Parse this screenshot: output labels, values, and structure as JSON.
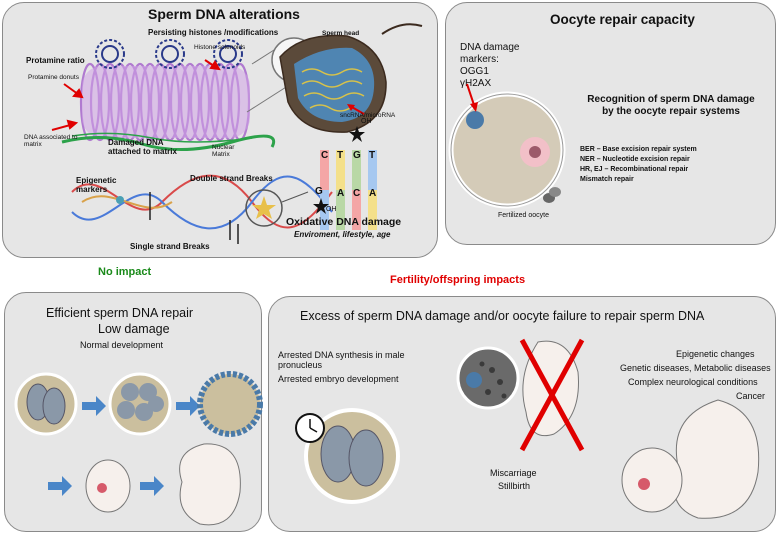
{
  "panels": {
    "sperm": {
      "title": "Sperm DNA alterations",
      "labels": {
        "persisting": "Persisting histones /modifications",
        "sperm_head": "Sperm head",
        "histone_solenoids": "Histone solenoids",
        "protamine_ratio": "Protamine ratio",
        "protamine_donuts": "Protamine donuts",
        "sncrna": "sncRNA/microRNA",
        "dna_matrix": "DNA associated to matrix",
        "damaged_dna": "Damaged DNA attached to matrix",
        "nuclear_matrix": "Nuclear Matrix",
        "epigenetic": "Epigenetic markers",
        "double_strand": "Double strand Breaks",
        "single_strand": "Single strand Breaks",
        "oxidative": "Oxidative DNA damage",
        "oxidative_sub": "Enviroment, lifestyle, age",
        "oh_top": "OH",
        "oh_bottom": "OH"
      },
      "bases_top": [
        "C",
        "T",
        "G",
        "T"
      ],
      "bases_bottom": [
        "G",
        "A",
        "C",
        "A"
      ]
    },
    "oocyte": {
      "title": "Oocyte repair capacity",
      "markers_line1": "DNA damage",
      "markers_line2": "markers:",
      "marker1": "OGG1",
      "marker2": "γH2AX",
      "recognition": "Recognition of sperm DNA damage by the oocyte repair systems",
      "repair_systems": [
        "BER – Base excision repair system",
        "NER – Nucleotide excision repair",
        "HR, EJ – Recombinational repair",
        "Mismatch repair"
      ],
      "fertilized": "Fertilized oocyte"
    },
    "efficient": {
      "title_line1": "Efficient sperm DNA repair",
      "title_line2": "Low damage",
      "subtitle": "Normal development"
    },
    "excess": {
      "title": "Excess of sperm DNA damage and/or oocyte failure to repair sperm DNA",
      "left": [
        "Arrested DNA synthesis in male pronucleus",
        "Arrested embryo development"
      ],
      "middle": [
        "Miscarriage",
        "Stillbirth"
      ],
      "right": [
        "Epigenetic changes",
        "Genetic diseases, Metabolic diseases",
        "Complex neurological conditions",
        "Cancer"
      ]
    }
  },
  "headers": {
    "no_impact": "No impact",
    "fertility": "Fertility/offspring impacts"
  },
  "colors": {
    "panel_bg": "#e6e6e6",
    "no_impact": "#1a8a1a",
    "fertility": "#e00000",
    "arrow_red": "#e00000",
    "arrow_blue": "#4a86c8"
  }
}
